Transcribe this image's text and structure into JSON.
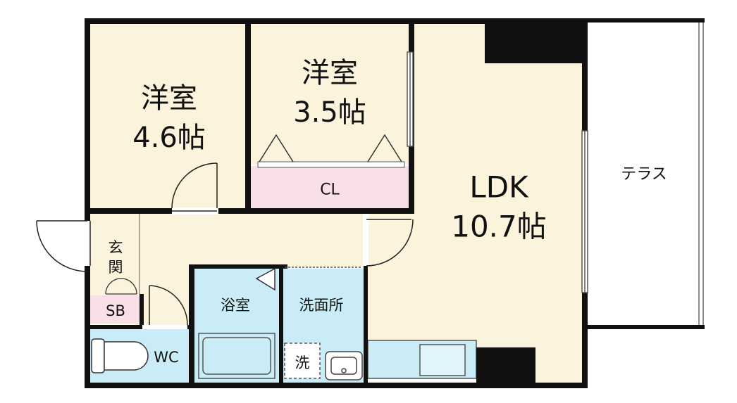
{
  "colors": {
    "wall": "#111111",
    "room_floor": "#fbf3dc",
    "wet_area": "#c9ecf7",
    "closet": "#f9dfe8",
    "terrace": "#ffffff"
  },
  "rooms": {
    "western_a": {
      "name": "洋室",
      "size": "4.6帖"
    },
    "western_b": {
      "name": "洋室",
      "size": "3.5帖"
    },
    "closet": {
      "name": "CL"
    },
    "ldk": {
      "name": "LDK",
      "size": "10.7帖"
    },
    "terrace": {
      "name": "テラス"
    },
    "entrance": {
      "char1": "玄",
      "char2": "関"
    },
    "shoe_box": {
      "name": "SB"
    },
    "toilet": {
      "name": "WC"
    },
    "bath": {
      "name": "浴室"
    },
    "washroom": {
      "name": "洗面所"
    },
    "washer": {
      "name": "洗"
    }
  }
}
